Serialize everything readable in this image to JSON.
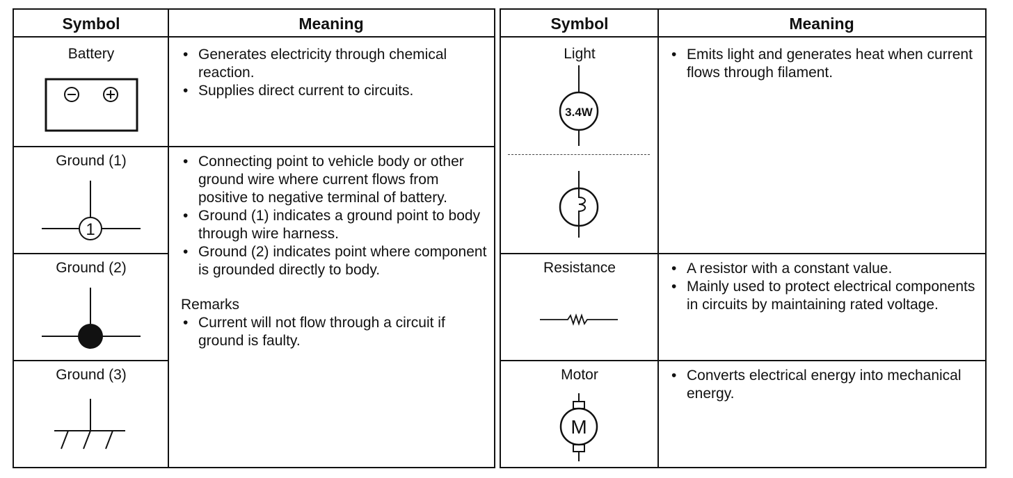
{
  "headers": {
    "symbol": "Symbol",
    "meaning": "Meaning"
  },
  "left": {
    "battery": {
      "label": "Battery",
      "icon": "battery-icon",
      "meaning": [
        "Generates electricity through chemical reaction.",
        "Supplies direct current to circuits."
      ]
    },
    "ground1": {
      "label": "Ground (1)",
      "icon": "ground-1-icon",
      "circle_text": "1"
    },
    "ground2": {
      "label": "Ground (2)",
      "icon": "ground-2-icon"
    },
    "ground3": {
      "label": "Ground (3)",
      "icon": "ground-3-icon"
    },
    "ground_meaning": [
      "Connecting point to vehicle body or other ground wire where current flows from positive to negative terminal of battery.",
      "Ground (1) indicates a ground point to body through wire harness.",
      "Ground (2) indicates point where component is grounded directly to body."
    ],
    "remarks_title": "Remarks",
    "remarks": [
      "Current will not flow through a circuit if ground is faulty."
    ]
  },
  "right": {
    "light": {
      "label": "Light",
      "icon": "light-bulb-icon",
      "rating": "3.4W",
      "meaning": [
        "Emits light and generates heat when current flows through filament."
      ]
    },
    "resistance": {
      "label": "Resistance",
      "icon": "resistor-icon",
      "meaning": [
        "A resistor with a constant value.",
        "Mainly used to protect electrical components in circuits by maintaining rated voltage."
      ]
    },
    "motor": {
      "label": "Motor",
      "icon": "motor-icon",
      "letter": "M",
      "meaning": [
        "Converts electrical energy into mechanical energy."
      ]
    }
  }
}
